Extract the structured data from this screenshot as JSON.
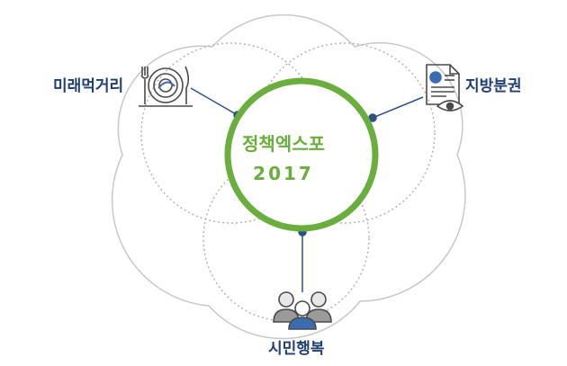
{
  "center": {
    "title": "정책엑스포",
    "year": "2017"
  },
  "themes": [
    {
      "label": "미래먹거리",
      "icon": "dinner-plate-icon"
    },
    {
      "label": "지방분권",
      "icon": "document-eye-icon"
    },
    {
      "label": "시민행복",
      "icon": "citizens-group-icon"
    }
  ],
  "colors": {
    "ring": "#6aae3d",
    "connector": "#2d4f86",
    "label": "#1f3f73",
    "outline": "#c8c8c8",
    "dotted": "#b5b5b5"
  }
}
